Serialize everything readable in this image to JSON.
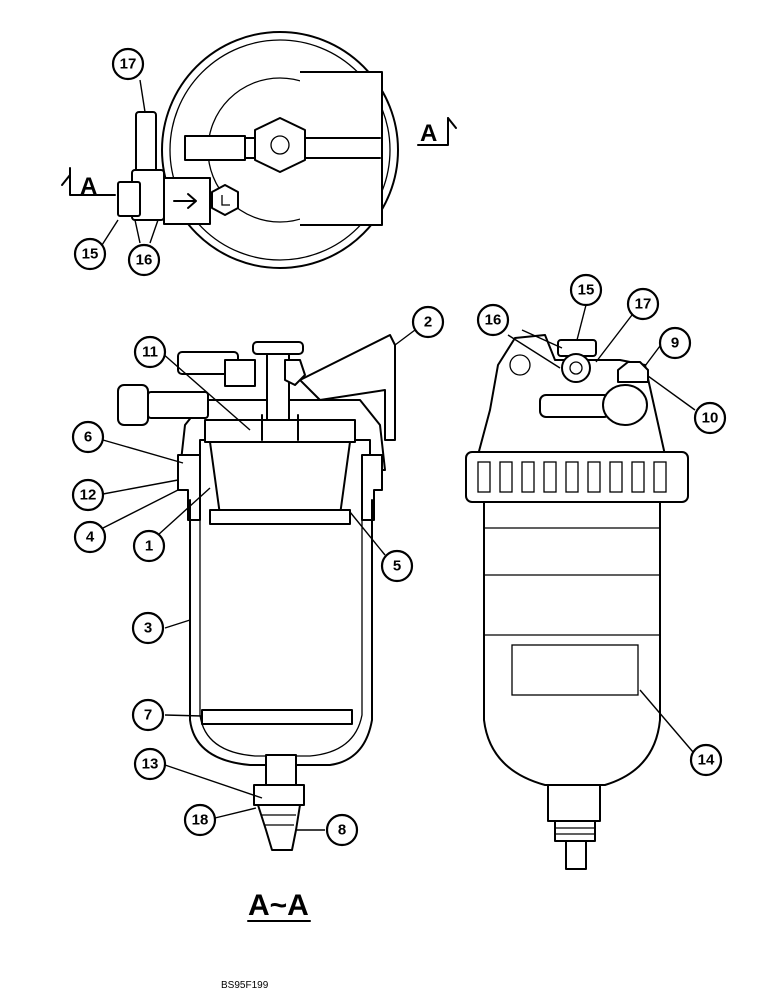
{
  "figure_code": "BS95F199",
  "section_marks": {
    "left_a": "A",
    "right_a": "A",
    "section_title": "A~A"
  },
  "callouts": {
    "top_view": [
      "17",
      "15",
      "16"
    ],
    "section_view": [
      "2",
      "11",
      "6",
      "12",
      "4",
      "1",
      "5",
      "3",
      "7",
      "13",
      "18",
      "8"
    ],
    "exterior_view": [
      "15",
      "16",
      "17",
      "9",
      "10",
      "14"
    ]
  },
  "colors": {
    "ink": "#000000",
    "paper": "#ffffff"
  }
}
